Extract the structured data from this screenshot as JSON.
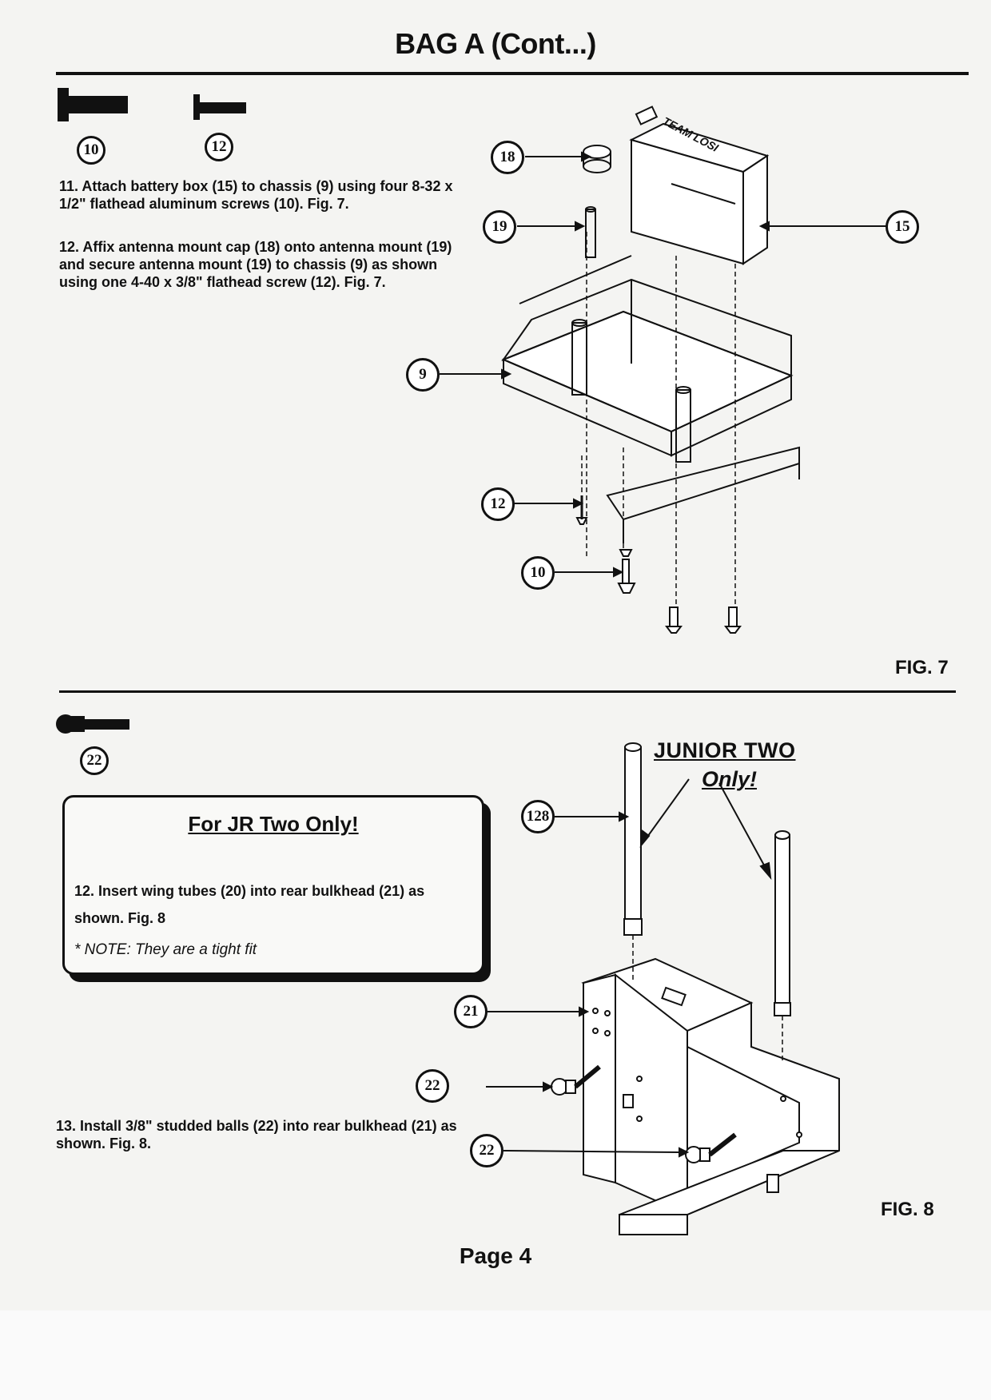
{
  "header": {
    "title": "BAG A (Cont...)"
  },
  "top_section": {
    "parts": [
      {
        "callout": "10",
        "name": "flathead-screw-long"
      },
      {
        "callout": "12",
        "name": "flathead-screw-short"
      }
    ],
    "step_11": "11. Attach battery box (15) to chassis (9) using four 8-32 x 1/2\" flathead aluminum screws (10). Fig. 7.",
    "step_12": "12. Affix antenna mount cap (18) onto antenna mount (19) and secure antenna mount (19) to chassis (9) as shown using one 4-40 x 3/8\" flathead screw (12). Fig. 7.",
    "diagram_callouts": {
      "c18": "18",
      "c19": "19",
      "c15": "15",
      "c9": "9",
      "c12": "12",
      "c10": "10"
    },
    "battery_box_label": "TEAM LOSI",
    "fig_label": "FIG. 7"
  },
  "bottom_section": {
    "part_callout": "22",
    "jr_box": {
      "title": "For JR Two Only!",
      "step": "12. Insert wing tubes (20) into rear bulkhead (21) as shown. Fig. 8",
      "note": "* NOTE: They are a tight fit"
    },
    "step_13": "13. Install 3/8\" studded balls (22) into rear bulkhead (21) as shown. Fig. 8.",
    "junior_label": "JUNIOR TWO",
    "only_label": "Only!",
    "diagram_callouts": {
      "c128": "128",
      "c21": "21",
      "c22a": "22",
      "c22b": "22"
    },
    "fig_label": "FIG. 8"
  },
  "footer": {
    "page": "Page 4"
  },
  "colors": {
    "ink": "#111111",
    "paper": "#f4f4f2"
  }
}
